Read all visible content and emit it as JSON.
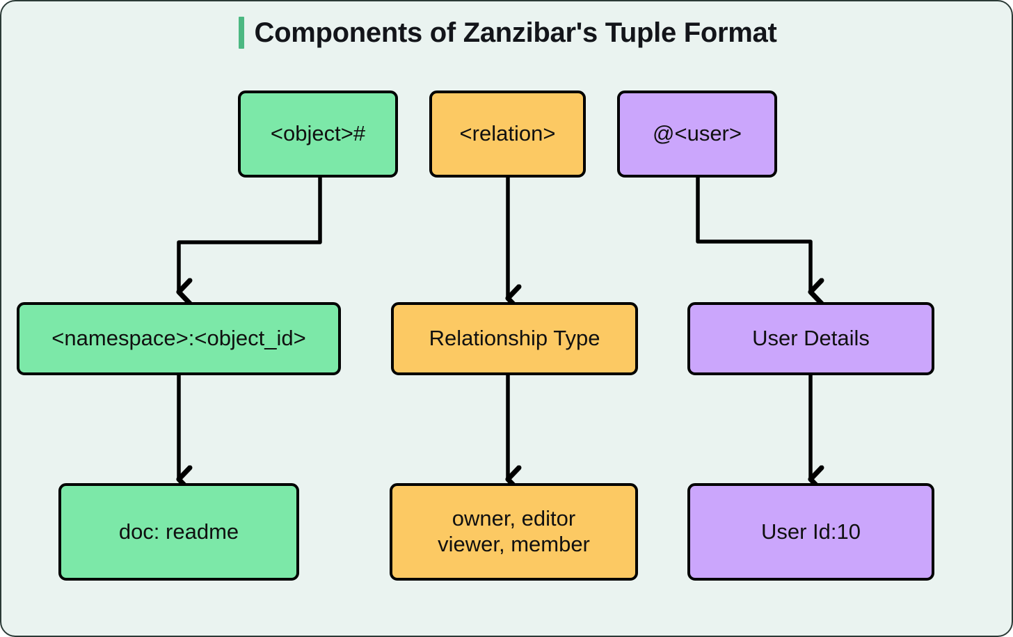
{
  "header": {
    "title": "Components of Zanzibar's Tuple Format",
    "accent_color": "#4cb882"
  },
  "theme": {
    "background": "#eaf3f0",
    "border": "#2b3a36",
    "node_border": "#000000",
    "green": "#7ce8a8",
    "orange": "#fcc963",
    "purple": "#cba6fc"
  },
  "diagram": {
    "type": "flowchart",
    "columns": [
      {
        "name": "object",
        "color": "#7ce8a8",
        "nodes": [
          {
            "id": "object-token",
            "label": "<object>#"
          },
          {
            "id": "object-namespace",
            "label": "<namespace>:<object_id>"
          },
          {
            "id": "object-example",
            "label": "doc: readme"
          }
        ]
      },
      {
        "name": "relation",
        "color": "#fcc963",
        "nodes": [
          {
            "id": "relation-token",
            "label": "<relation>"
          },
          {
            "id": "relation-type",
            "label": "Relationship Type"
          },
          {
            "id": "relation-example",
            "label": "owner, editor\nviewer, member"
          }
        ]
      },
      {
        "name": "user",
        "color": "#cba6fc",
        "nodes": [
          {
            "id": "user-token",
            "label": "@<user>"
          },
          {
            "id": "user-details",
            "label": "User Details"
          },
          {
            "id": "user-example",
            "label": "User Id:10"
          }
        ]
      }
    ],
    "edges": [
      {
        "from": "object-token",
        "to": "object-namespace",
        "style": "elbow-left"
      },
      {
        "from": "object-namespace",
        "to": "object-example",
        "style": "straight"
      },
      {
        "from": "relation-token",
        "to": "relation-type",
        "style": "straight"
      },
      {
        "from": "relation-type",
        "to": "relation-example",
        "style": "straight"
      },
      {
        "from": "user-token",
        "to": "user-details",
        "style": "elbow-right"
      },
      {
        "from": "user-details",
        "to": "user-example",
        "style": "straight"
      }
    ]
  }
}
